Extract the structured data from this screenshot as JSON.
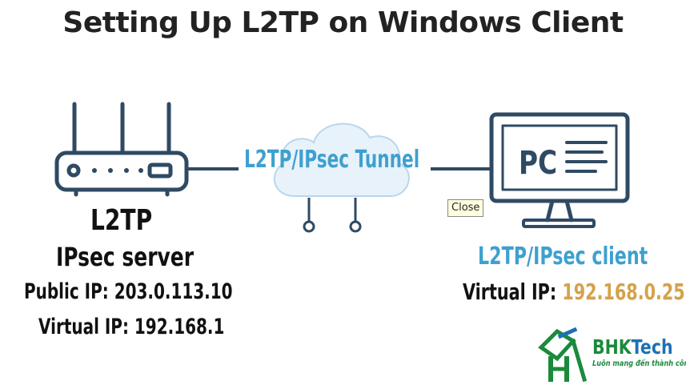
{
  "title": "Setting Up L2TP on Windows Client",
  "server": {
    "name": "L2TP",
    "role": "IPsec server",
    "public_ip": "Public IP: 203.0.113.10",
    "virtual_ip": "Virtual IP: 192.168.1"
  },
  "tunnel": {
    "label": "L2TP/IPsec Tunnel"
  },
  "client": {
    "screen_text": "PC",
    "name": "L2TP/IPsec client",
    "virtual_ip_label": "Virtual IP: ",
    "virtual_ip_value": "192.168.0.25"
  },
  "tooltip": {
    "text": "Close"
  },
  "logo": {
    "brand_bhk": "BHK",
    "brand_tech": "Tech",
    "slogan": "Luôn mang đến thành công!"
  },
  "colors": {
    "line": "#2f4a63",
    "accent_blue": "#3ea0cf",
    "accent_gold": "#d4a24a",
    "cloud_fill": "#e8f2fa",
    "logo_green": "#1b8a3c",
    "logo_blue": "#1f6fb5"
  }
}
